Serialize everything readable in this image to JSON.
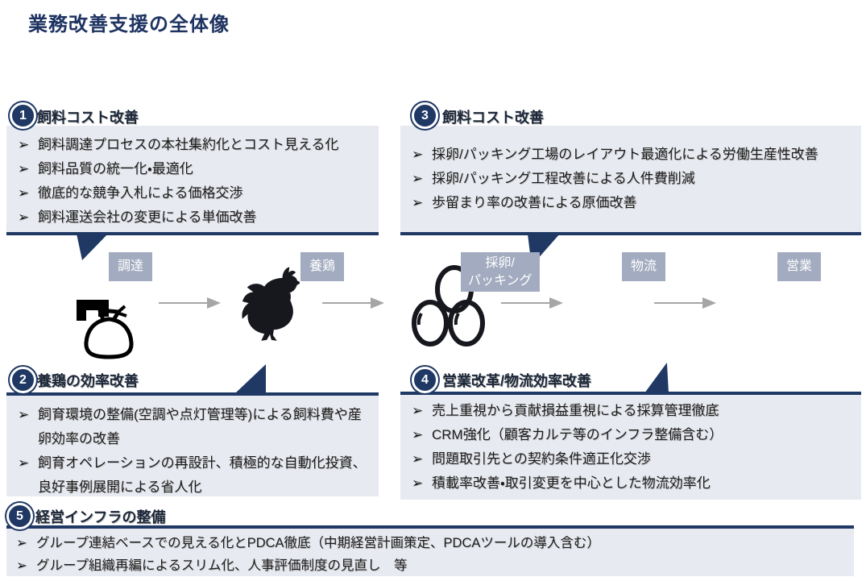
{
  "title": "業務改善支援の全体像",
  "ui": {
    "bullet": "➢"
  },
  "colors": {
    "navy": "#1f3864",
    "box_fill": "#e8eaf1",
    "stage_label_fill": "#a2abbf",
    "arrow_gray": "#a6a6a6"
  },
  "sections": [
    {
      "num": "1",
      "header": "飼料コスト改善",
      "bullets": [
        "飼料調達プロセスの本社集約化とコスト見える化",
        "飼料品質の統一化・最適化",
        "徹底的な競争入札による価格交渉",
        "飼料運送会社の変更による単価改善"
      ]
    },
    {
      "num": "2",
      "header": "養鶏の効率改善",
      "bullets": [
        "飼育環境の整備(空調や点灯管理等)による飼料費や産卵効率の改善",
        "飼育オペレーションの再設計、積極的な自動化投資、良好事例展開による省人化"
      ]
    },
    {
      "num": "3",
      "header": "飼料コスト改善",
      "bullets": [
        "採卵/パッキング工場のレイアウト最適化による労働生産性改善",
        "採卵/パッキング工程改善による人件費削減",
        "歩留まり率の改善による原価改善"
      ]
    },
    {
      "num": "4",
      "header": "営業改革/物流効率改善",
      "bullets": [
        "売上重視から貢献損益重視による採算管理徹底",
        "CRM強化（顧客カルテ等のインフラ整備含む）",
        "問題取引先との契約条件適正化交渉",
        "積載率改善・取引変更を中心とした物流効率化"
      ]
    },
    {
      "num": "5",
      "header": "経営インフラの整備",
      "bullets": [
        "グループ連結ベースでの見える化とPDCA徹底（中期経営計画策定、PDCAツールの導入含む）",
        "グループ組織再編によるスリム化、人事評価制度の見直し　等"
      ]
    }
  ],
  "flow": {
    "stages": [
      {
        "label": "調達",
        "icon": "feed-sack-icon"
      },
      {
        "label": "養鶏",
        "icon": "rooster-icon"
      },
      {
        "label": "採卵/\nパッキング",
        "icon": "eggs-icon"
      },
      {
        "label": "物流",
        "icon": ""
      },
      {
        "label": "営業",
        "icon": ""
      }
    ]
  }
}
